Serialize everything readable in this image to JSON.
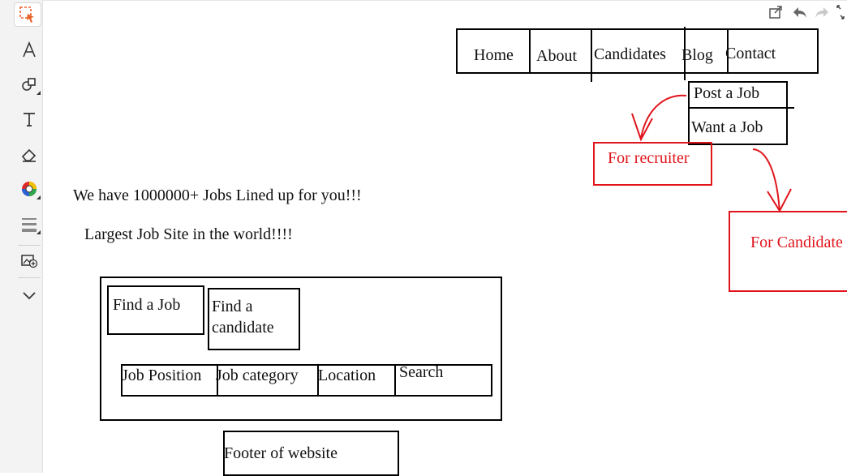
{
  "nav": {
    "home": "Home",
    "about": "About",
    "candidates": "Candidates",
    "blog": "Blog",
    "contact": "Contact"
  },
  "dropdown": {
    "post_job": "Post a Job",
    "want_job": "Want a Job"
  },
  "notes": {
    "recruiter": "For recruiter",
    "candidate": "For Candidate"
  },
  "hero": {
    "line1": "We have 1000000+ Jobs Lined up for you!!!",
    "line2": "Largest Job Site in the world!!!!"
  },
  "search": {
    "find_job": "Find  a Job",
    "find_candidate_1": "Find a",
    "find_candidate_2": "candidate",
    "position": "Job Position",
    "category": "Job category",
    "location": "Location",
    "search": "Search"
  },
  "footer": {
    "text": "Footer of website"
  },
  "colors": {
    "annotation": "#e0151c",
    "ink": "#000000",
    "toolbar_bg": "#f3f3f3"
  },
  "toolbar_icons": [
    "select-icon",
    "pen-icon",
    "shapes-icon",
    "text-icon",
    "eraser-icon",
    "color-icon",
    "line-thickness-icon",
    "insert-image-icon",
    "chevron-down-icon"
  ],
  "top_right_icons": [
    "share-icon",
    "undo-icon",
    "redo-icon",
    "expand-icon"
  ]
}
